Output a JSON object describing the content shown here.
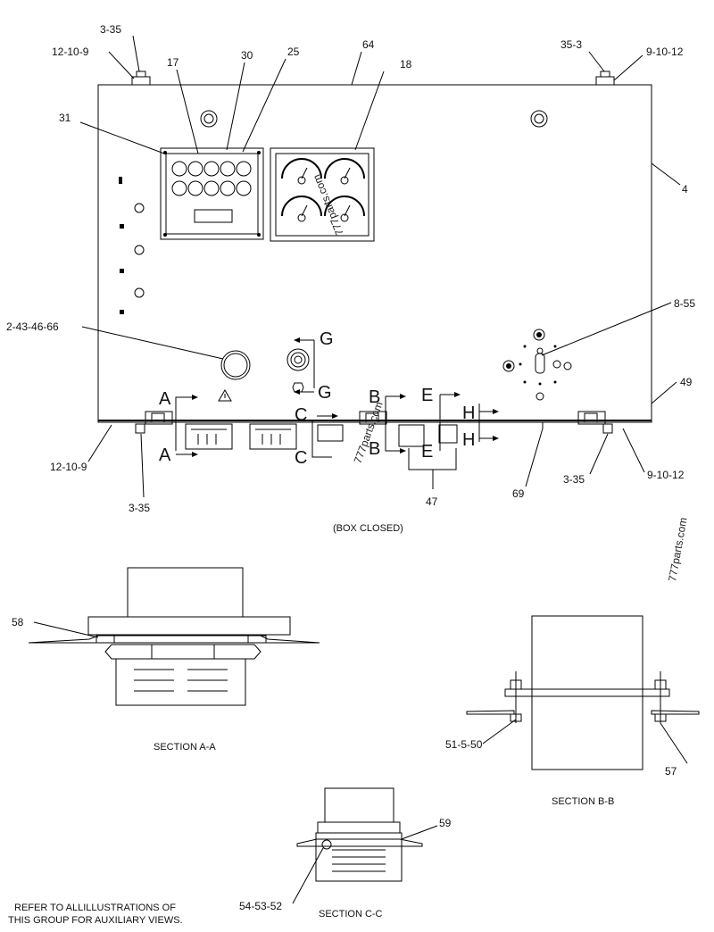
{
  "callouts": {
    "c_3_35_tl": "3-35",
    "c_12_10_9_tl": "12-10-9",
    "c_17": "17",
    "c_30": "30",
    "c_25": "25",
    "c_64": "64",
    "c_18": "18",
    "c_35_3": "35-3",
    "c_9_10_12_tr": "9-10-12",
    "c_31": "31",
    "c_4": "4",
    "c_8_55": "8-55",
    "c_2_43_46_66": "2-43-46-66",
    "c_49": "49",
    "c_12_10_9_bl": "12-10-9",
    "c_3_35_bl": "3-35",
    "c_69": "69",
    "c_47": "47",
    "c_3_35_br": "3-35",
    "c_9_10_12_br": "9-10-12",
    "c_58": "58",
    "c_51_5_50": "51-5-50",
    "c_57": "57",
    "c_59": "59",
    "c_54_53_52": "54-53-52"
  },
  "section_markers": {
    "a_top": "A",
    "a_bottom": "A",
    "b_top": "B",
    "b_bottom": "B",
    "c_top": "C",
    "c_bottom": "C",
    "e_top": "E",
    "e_bottom": "E",
    "g_top": "G",
    "g_bottom": "G",
    "h_top": "H",
    "h_bottom": "H"
  },
  "captions": {
    "box_closed": "(BOX CLOSED)",
    "section_aa": "SECTION A-A",
    "section_bb": "SECTION B-B",
    "section_cc": "SECTION C-C",
    "note_line1": "REFER TO ALLILLUSTRATIONS OF",
    "note_line2": "THIS GROUP FOR AUXILIARY VIEWS."
  },
  "watermarks": {
    "wm1": "777parts.com",
    "wm2": "777parts.com",
    "wm3": "777parts.com"
  }
}
